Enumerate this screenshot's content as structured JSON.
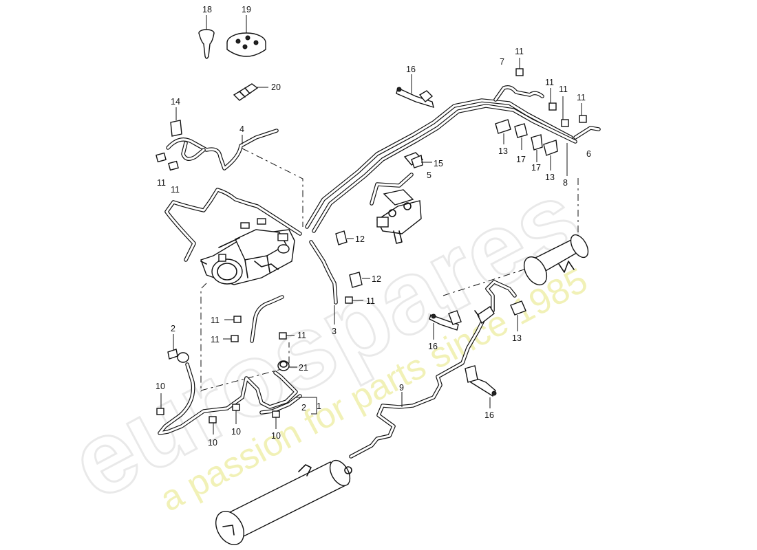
{
  "watermark": {
    "logo_text": "eurospares",
    "tagline": "a passion for parts since 1985"
  },
  "callouts": {
    "c1": "1",
    "c2a": "2",
    "c2b": "2",
    "c3": "3",
    "c4": "4",
    "c5": "5",
    "c6": "6",
    "c7": "7",
    "c8": "8",
    "c9": "9",
    "c10a": "10",
    "c10b": "10",
    "c10c": "10",
    "c10d": "10",
    "c11a": "11",
    "c11b": "11",
    "c11c": "11",
    "c11d": "11",
    "c11e": "11",
    "c11f": "11",
    "c11g": "11",
    "c11h": "11",
    "c11i": "11",
    "c11j": "11",
    "c12a": "12",
    "c12b": "12",
    "c13a": "13",
    "c13b": "13",
    "c13c": "13",
    "c14": "14",
    "c15": "15",
    "c16a": "16",
    "c16b": "16",
    "c16c": "16",
    "c17a": "17",
    "c17b": "17",
    "c18": "18",
    "c19": "19",
    "c20": "20",
    "c21": "21"
  }
}
